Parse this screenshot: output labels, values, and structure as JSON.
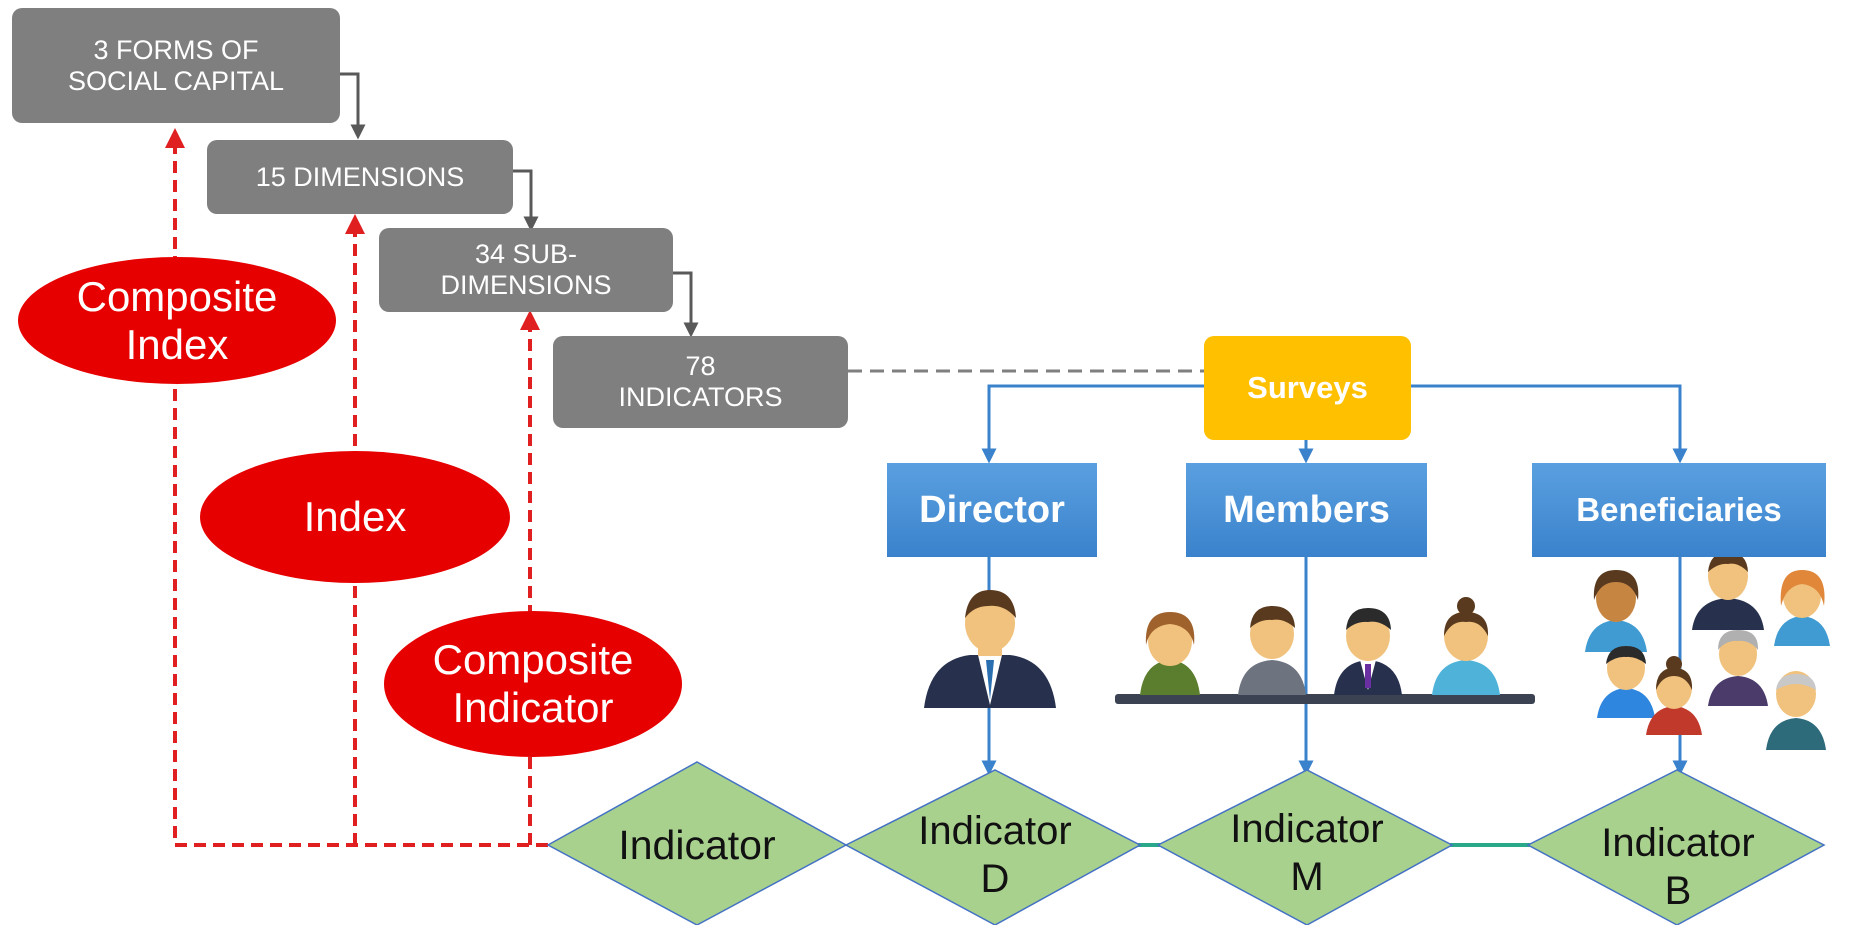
{
  "hierarchy": {
    "forms": "3 FORMS OF\nSOCIAL CAPITAL",
    "dimensions": "15 DIMENSIONS",
    "subdimensions": "34 SUB-\nDIMENSIONS",
    "indicators": "78\nINDICATORS"
  },
  "aggregation": {
    "composite_index": "Composite\nIndex",
    "index": "Index",
    "composite_indicator": "Composite\nIndicator"
  },
  "surveys": {
    "label": "Surveys",
    "groups": [
      "Director",
      "Members",
      "Beneficiaries"
    ]
  },
  "indicators": [
    "Indicator",
    "Indicator\nD",
    "Indicator\nM",
    "Indicator\nB"
  ],
  "colors": {
    "grey_box": "#7f7f7f",
    "red_oval": "#e60000",
    "dashed_red": "#e02020",
    "blue_box": "#3a82cc",
    "surveys_box": "#ffc000",
    "diamond": "#a9d18e",
    "connector": "#2aa88a"
  },
  "icons": {
    "director": "businessman-person-icon",
    "members": "group-of-people-icon",
    "beneficiaries": "diverse-people-icon"
  }
}
